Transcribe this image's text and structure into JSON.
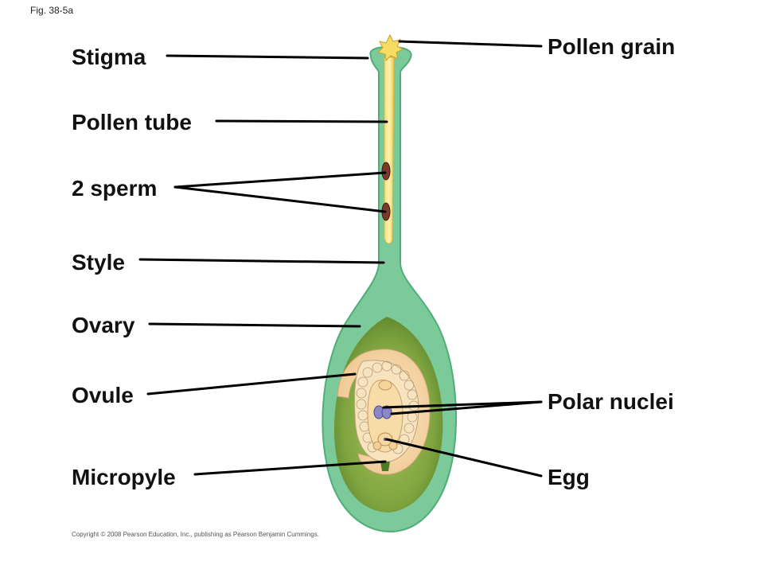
{
  "figure_id": "Fig. 38-5a",
  "copyright": "Copyright © 2008 Pearson Education, Inc., publishing as Pearson Benjamin Cummings.",
  "labels": {
    "stigma": "Stigma",
    "pollen_tube": "Pollen tube",
    "two_sperm": "2 sperm",
    "style": "Style",
    "ovary": "Ovary",
    "ovule": "Ovule",
    "micropyle": "Micropyle",
    "pollen_grain": "Pollen grain",
    "polar_nuclei": "Polar nuclei",
    "egg": "Egg"
  },
  "colors": {
    "pistil": "#7cc99a",
    "pistil_outline": "#4fae78",
    "ovary_cavity": "#6f9a3a",
    "pollen_tube": "#f2d25a",
    "ovule": "#f5e3c4",
    "sperm": "#7a3a2a",
    "polar_nuclei": "#8a86c8",
    "leader": "#000000"
  }
}
